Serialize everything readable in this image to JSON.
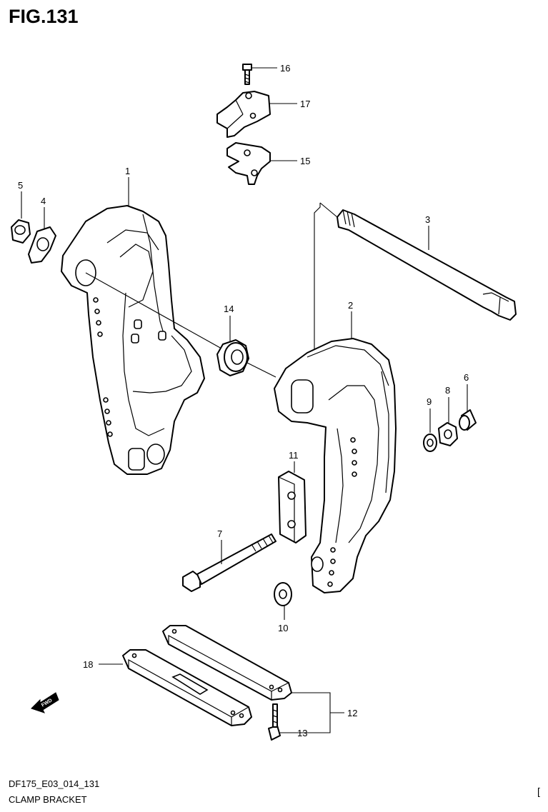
{
  "figure": {
    "title": "FIG.131"
  },
  "callouts": {
    "p1": "1",
    "p2": "2",
    "p3": "3",
    "p4": "4",
    "p5": "5",
    "p6": "6",
    "p7": "7",
    "p8": "8",
    "p9": "9",
    "p10": "10",
    "p11": "11",
    "p12": "12",
    "p13": "13",
    "p14": "14",
    "p15": "15",
    "p16": "16",
    "p17": "17",
    "p18": "18"
  },
  "fwd_label": "FWD",
  "footer": {
    "code": "DF175_E03_014_131",
    "name": "CLAMP BRACKET",
    "page_mark": "["
  }
}
